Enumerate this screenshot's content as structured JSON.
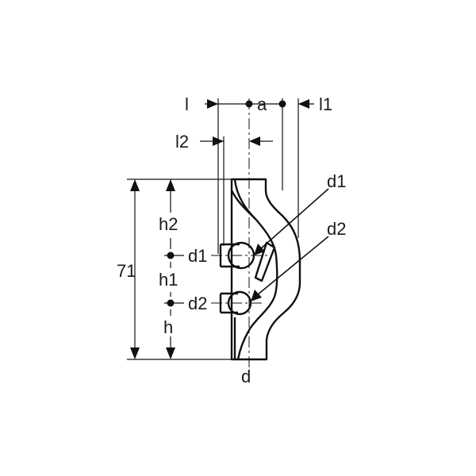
{
  "labels": {
    "l": "l",
    "a": "a",
    "l1": "l1",
    "l2": "l2",
    "d1_top": "d1",
    "d2_top": "d2",
    "h2": "h2",
    "d1_side": "d1",
    "h1": "h1",
    "d2_side": "d2",
    "h": "h",
    "overall_height": "71",
    "d": "d"
  },
  "colors": {
    "line": "#111111",
    "background": "#ffffff"
  }
}
